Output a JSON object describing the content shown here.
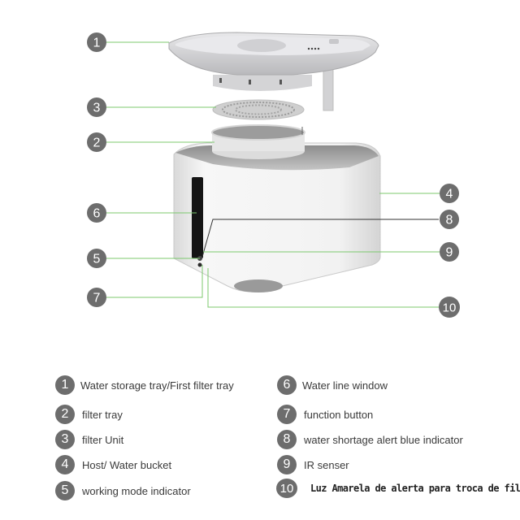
{
  "callouts": [
    {
      "num": "1",
      "side": "left"
    },
    {
      "num": "3",
      "side": "left"
    },
    {
      "num": "2",
      "side": "left"
    },
    {
      "num": "6",
      "side": "left"
    },
    {
      "num": "5",
      "side": "left"
    },
    {
      "num": "7",
      "side": "left"
    },
    {
      "num": "4",
      "side": "right"
    },
    {
      "num": "8",
      "side": "right"
    },
    {
      "num": "9",
      "side": "right"
    },
    {
      "num": "10",
      "side": "right"
    }
  ],
  "legend": {
    "left": [
      {
        "num": "1",
        "label": "Water storage tray/First filter tray"
      },
      {
        "num": "2",
        "label": "filter tray"
      },
      {
        "num": "3",
        "label": "filter Unit"
      },
      {
        "num": "4",
        "label": "Host/ Water bucket"
      },
      {
        "num": "5",
        "label": "working mode indicator"
      }
    ],
    "right": [
      {
        "num": "6",
        "label": "Water line window"
      },
      {
        "num": "7",
        "label": "function button"
      },
      {
        "num": "8",
        "label": "water shortage alert blue indicator"
      },
      {
        "num": "9",
        "label": "IR senser"
      },
      {
        "num": "10",
        "label": "Luz Amarela de alerta para troca de filtro"
      }
    ]
  },
  "colors": {
    "callout_line": "#7cc96e",
    "dark_line": "#333333",
    "circle": "#6d6d6d",
    "body": "#f4f4f4",
    "interior": "#a9a9a9"
  }
}
